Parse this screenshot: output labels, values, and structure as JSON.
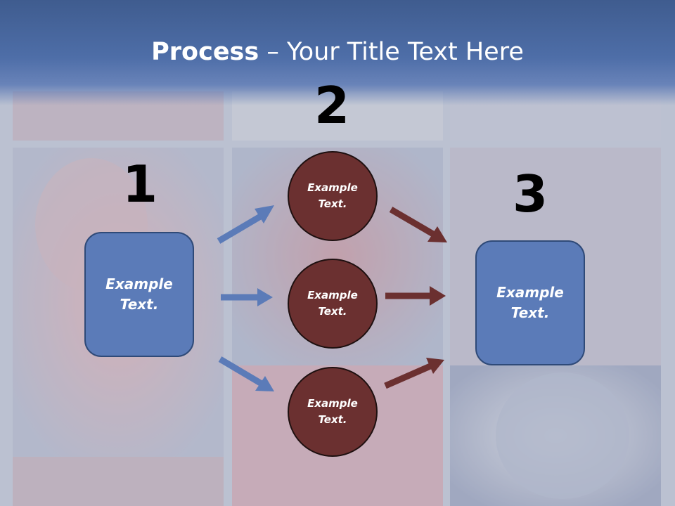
{
  "slide": {
    "title_bold": "Process",
    "title_rest": " – Your Title Text Here"
  },
  "steps": [
    {
      "number": "1"
    },
    {
      "number": "2"
    },
    {
      "number": "3"
    }
  ],
  "left_box": {
    "text": "Example Text."
  },
  "right_box": {
    "text": "Example Text."
  },
  "circles": [
    {
      "text": "Example Text."
    },
    {
      "text": "Example Text."
    },
    {
      "text": "Example Text."
    }
  ],
  "colors": {
    "header": "#4e6ea8",
    "box_fill": "#5b7bb8",
    "circle_fill": "#6b3030",
    "blue_arrow": "#5b7bb8",
    "red_arrow": "#6b3030"
  }
}
